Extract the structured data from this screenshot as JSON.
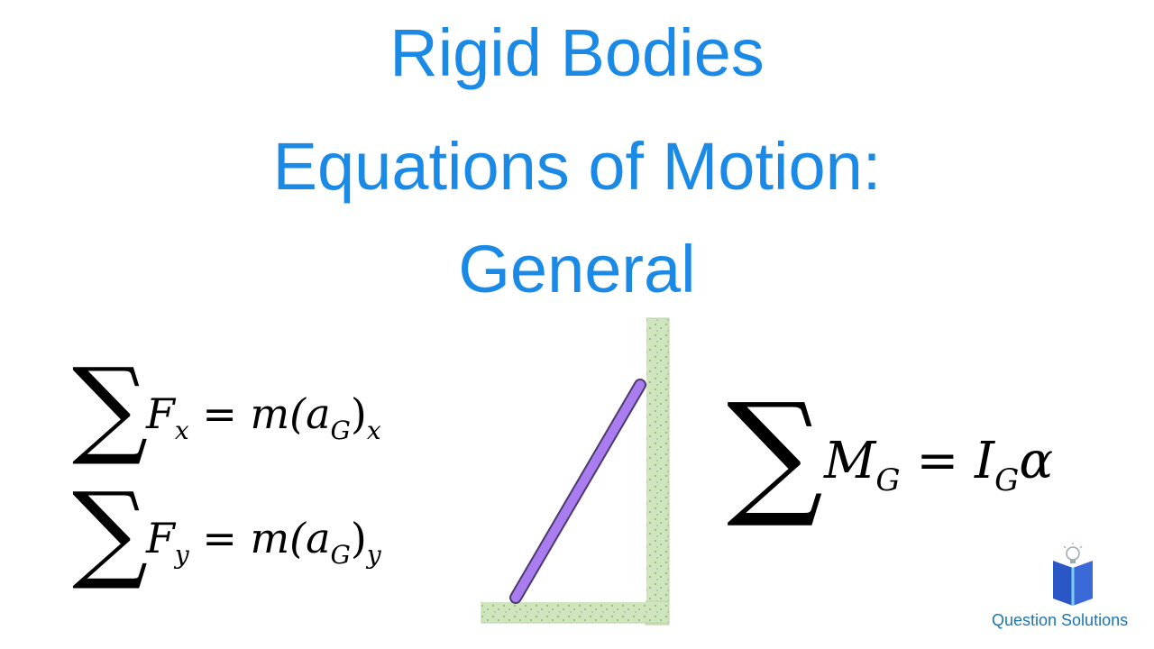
{
  "title": {
    "line1": "Rigid Bodies",
    "line2": "Equations of Motion:",
    "line3": "General"
  },
  "equations": {
    "fx": {
      "sigma": "∑",
      "lhs": "F",
      "lhs_sub": "x",
      "eq": " = m(a",
      "a_sub": "G",
      "close": ")",
      "tail_sub": "x"
    },
    "fy": {
      "sigma": "∑",
      "lhs": "F",
      "lhs_sub": "y",
      "eq": " = m(a",
      "a_sub": "G",
      "close": ")",
      "tail_sub": "y"
    },
    "moment": {
      "sigma": "∑",
      "lhs": "M",
      "lhs_sub": "G",
      "eq": " = ",
      "rhs": "I",
      "rhs_sub": "G",
      "tail": "α"
    }
  },
  "logo": {
    "text": "Question Solutions"
  },
  "colors": {
    "title": "#1a8ae6",
    "rod": "#a97cf0",
    "ground": "#c8e3b4",
    "logo_book": "#2a56c6",
    "logo_text": "#1b75b3"
  }
}
